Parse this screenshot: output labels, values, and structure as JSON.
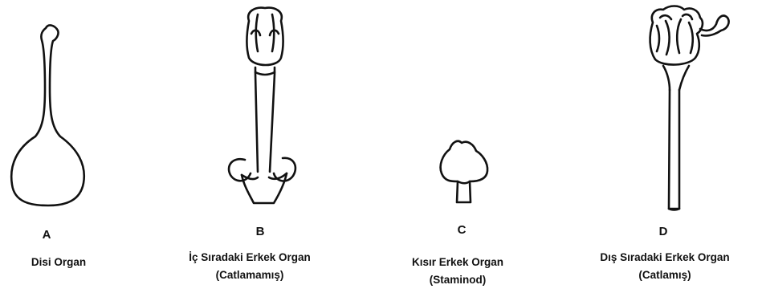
{
  "panels": [
    {
      "id": "A",
      "letter": "A",
      "caption_line1": "Disi Organ",
      "caption_line2": "",
      "drawing": "pistil"
    },
    {
      "id": "B",
      "letter": "B",
      "caption_line1": "İç Sıradaki Erkek Organ",
      "caption_line2": "(Catlamamış)",
      "drawing": "inner-stamen-closed"
    },
    {
      "id": "C",
      "letter": "C",
      "caption_line1": "Kısır Erkek Organ",
      "caption_line2": "(Staminod)",
      "drawing": "staminode"
    },
    {
      "id": "D",
      "letter": "D",
      "caption_line1": "Dış Sıradaki Erkek Organ",
      "caption_line2": "(Catlamış)",
      "drawing": "outer-stamen-open"
    }
  ],
  "style": {
    "ink": "#111111",
    "background": "#ffffff"
  }
}
